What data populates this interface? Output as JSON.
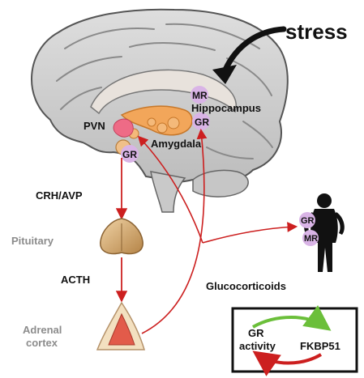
{
  "labels": {
    "stress": "stress",
    "mr_brain": "MR",
    "hippocampus": "Hippocampus",
    "gr_hippocampus": "GR",
    "pvn": "PVN",
    "gr_pvn": "GR",
    "amygdala": "Amygdala",
    "crh_avp": "CRH/AVP",
    "pituitary": "Pituitary",
    "acth": "ACTH",
    "adrenal_line1": "Adrenal",
    "adrenal_line2": "cortex",
    "glucocorticoids": "Glucocorticoids",
    "gr_body": "GR",
    "mr_body": "MR"
  },
  "feedback_box": {
    "gr_line1": "GR",
    "gr_line2": "activity",
    "fkbp51": "FKBP51"
  },
  "colors": {
    "brain_fill": "#cfcfcf",
    "brain_outline": "#555555",
    "arrow_red": "#cc1f1f",
    "receptor_purple": "#d9b4e6",
    "limbic_orange": "#f2a65a",
    "gland_tan": "#c99a5b",
    "loop_green": "#6bbf3a",
    "body_black": "#111111",
    "grey_label": "#8c8c8c"
  }
}
